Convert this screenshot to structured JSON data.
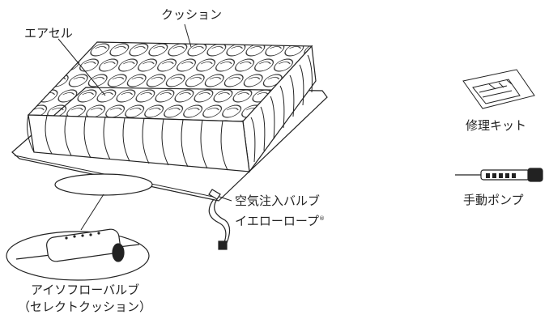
{
  "labels": {
    "cushion": "クッション",
    "air_cell": "エアセル",
    "inflation_valve": "空気注入バルブ",
    "yellow_rope": "イエローロープ",
    "yellow_rope_mark": "®",
    "isoflo_valve": "アイソフローバルブ",
    "select_cushion": "（セレクトクッション）",
    "repair_kit": "修理キット",
    "hand_pump": "手動ポンプ"
  }
}
